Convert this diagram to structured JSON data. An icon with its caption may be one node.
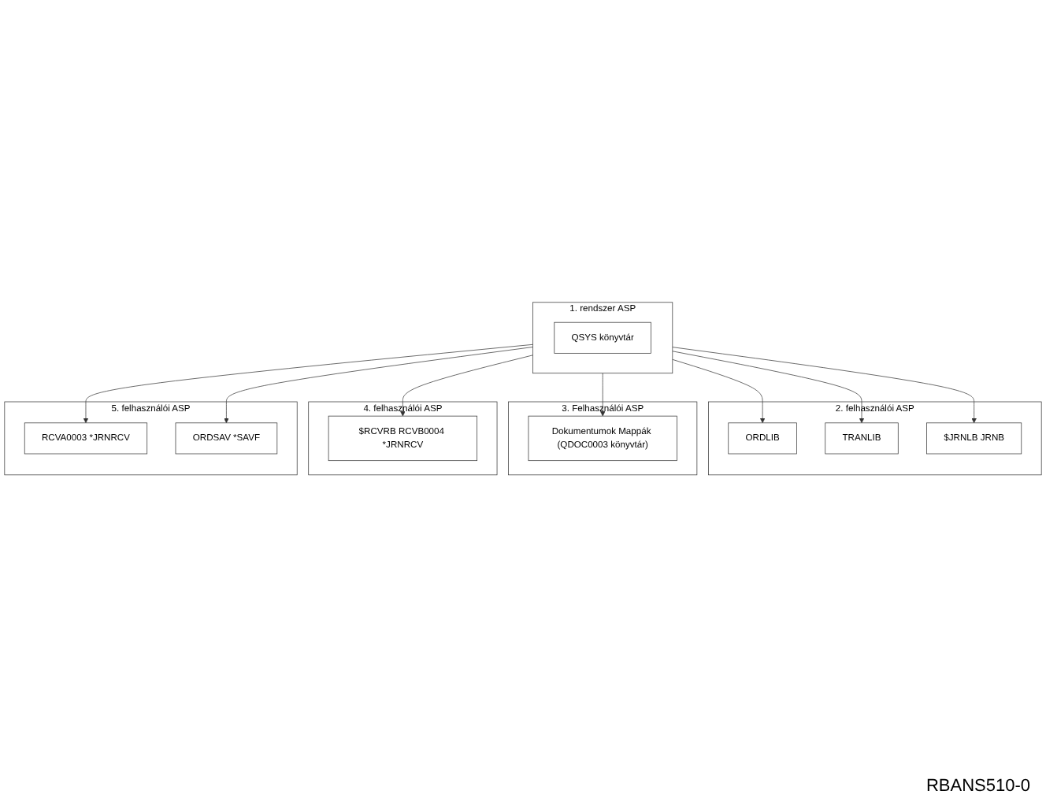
{
  "diagram": {
    "nodes": [
      {
        "text": [
          "1. rendszer ASP"
        ]
      },
      {
        "text": [
          "QSYS könyvtár"
        ],
        "in": 0
      },
      {
        "text": [
          "2. felhasználói ASP"
        ]
      },
      {
        "text": [
          "ORDLIB"
        ],
        "in": 2
      },
      {
        "text": [
          "TRANLIB"
        ],
        "in": 2
      },
      {
        "text": [
          "$JRNLB JRNB"
        ],
        "in": 2
      },
      {
        "text": [
          "3. Felhasználói ASP"
        ]
      },
      {
        "text": [
          "Dokumentumok Mappák (QDOC0003 könyvtár)"
        ],
        "in": 6
      },
      {
        "text": [
          "4. felhasználói ASP"
        ]
      },
      {
        "text": [
          "$RCVRB RCVB0004 *JRNRCV"
        ],
        "in": 8
      },
      {
        "text": [
          "5. felhasználói ASP"
        ]
      },
      {
        "text": [
          "RCVA0003 *JRNRCV"
        ],
        "in": 10
      },
      {
        "text": [
          "ORDSAV *SAVF"
        ],
        "in": 10
      }
    ],
    "edges": [
      {
        "from": 0,
        "to": 3,
        "arrow": "to"
      },
      {
        "from": 0,
        "to": 4,
        "arrow": "to"
      },
      {
        "from": 0,
        "to": 5,
        "arrow": "to"
      },
      {
        "from": 0,
        "to": 7,
        "arrow": "to"
      },
      {
        "from": 0,
        "to": 9,
        "arrow": "to"
      },
      {
        "from": 0,
        "to": 12,
        "arrow": "to"
      },
      {
        "from": 0,
        "to": 11,
        "arrow": "to"
      }
    ],
    "labels": [
      "RBANS510-0"
    ]
  }
}
